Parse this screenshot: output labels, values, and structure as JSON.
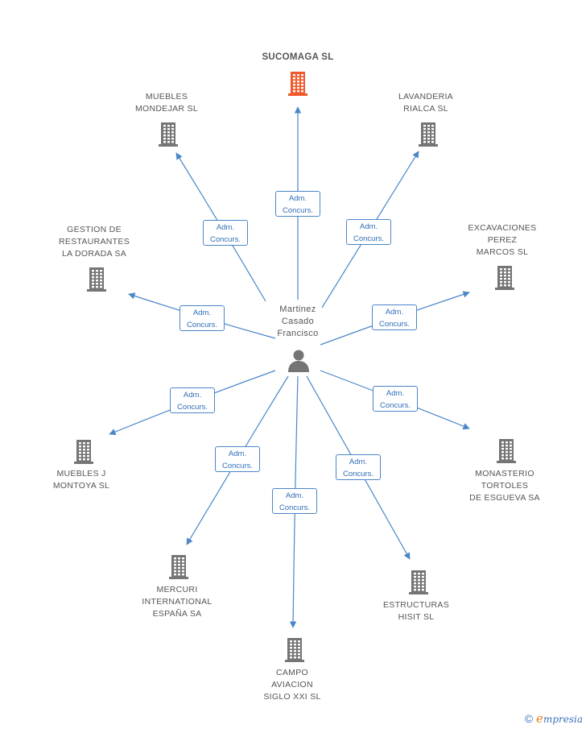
{
  "center": {
    "name_lines": [
      "Martinez",
      "Casado",
      "Francisco"
    ],
    "icon": "person-icon"
  },
  "edge_label_lines": [
    "Adm.",
    "Concurs."
  ],
  "nodes": [
    {
      "id": "sucomaga",
      "lines": [
        "SUCOMAGA SL"
      ],
      "main": true
    },
    {
      "id": "muebles-mondejar",
      "lines": [
        "MUEBLES",
        "MONDEJAR SL"
      ]
    },
    {
      "id": "lavanderia-rialca",
      "lines": [
        "LAVANDERIA",
        "RIALCA SL"
      ]
    },
    {
      "id": "gestion-restaurantes",
      "lines": [
        "GESTION DE",
        "RESTAURANTES",
        "LA DORADA SA"
      ]
    },
    {
      "id": "excavaciones-perez",
      "lines": [
        "EXCAVACIONES",
        "PEREZ",
        "MARCOS SL"
      ]
    },
    {
      "id": "muebles-montoya",
      "lines": [
        "MUEBLES J",
        "MONTOYA SL"
      ]
    },
    {
      "id": "monasterio-tortoles",
      "lines": [
        "MONASTERIO",
        "TORTOLES",
        "DE ESGUEVA SA"
      ]
    },
    {
      "id": "mercuri",
      "lines": [
        "MERCURI",
        "INTERNATIONAL",
        "ESPAÑA SA"
      ]
    },
    {
      "id": "estructuras-hisit",
      "lines": [
        "ESTRUCTURAS",
        "HISIT SL"
      ]
    },
    {
      "id": "campo-aviacion",
      "lines": [
        "CAMPO",
        "AVIACION",
        "SIGLO XXI SL"
      ]
    }
  ],
  "colors": {
    "main_building": "#f05a2a",
    "building": "#757575",
    "edge": "#4a86c8",
    "person": "#757575"
  },
  "footer": {
    "copyright_symbol": "©",
    "brand_initial": "e",
    "brand_rest": "mpresia"
  }
}
